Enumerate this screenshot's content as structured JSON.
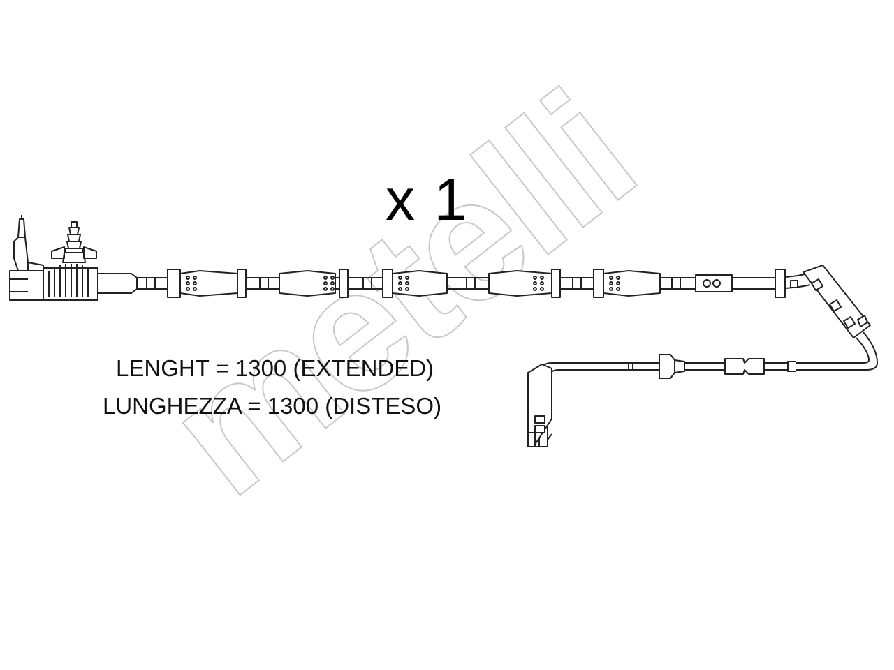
{
  "diagram": {
    "quantity_label": "x 1",
    "length_label_en": "LENGHT = 1300 (EXTENDED)",
    "length_label_it": "LUNGHEZZA = 1300 (DISTESO)",
    "watermark_text": "metelli",
    "line_color": "#222222",
    "watermark_color": "#c8c8c8"
  }
}
